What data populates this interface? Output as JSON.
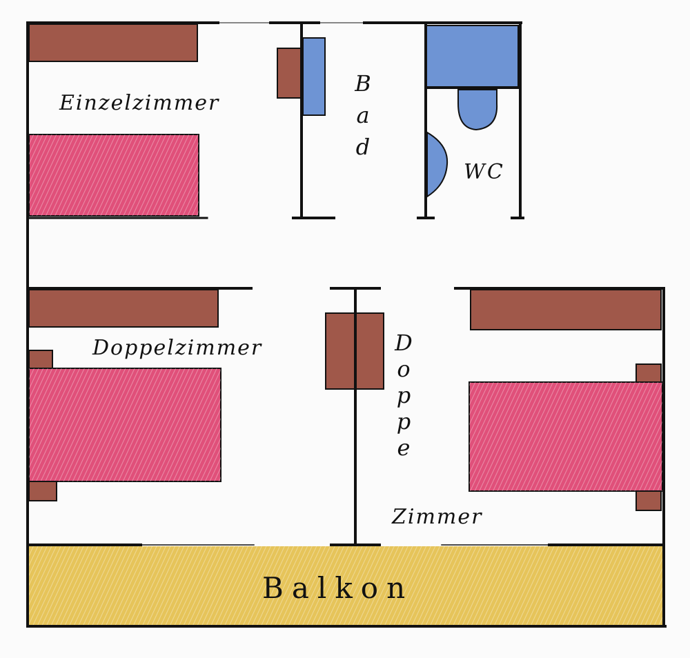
{
  "rooms": {
    "einzelzimmer": "Einzelzimmer",
    "bad": "Bad",
    "wc": "WC",
    "doppelzimmer_left": "Doppelzimmer",
    "doppelzimmer_right_vertical": "Doppe",
    "doppelzimmer_right_tail": "Zimmer",
    "balkon": "Balkon"
  },
  "colors": {
    "wall": "#111111",
    "furniture_wood": "#a0584a",
    "bed": "#e0507a",
    "bathroom_fixture": "#6e94d4",
    "balcony": "#e6c45a",
    "paper": "#fbfbfb"
  }
}
